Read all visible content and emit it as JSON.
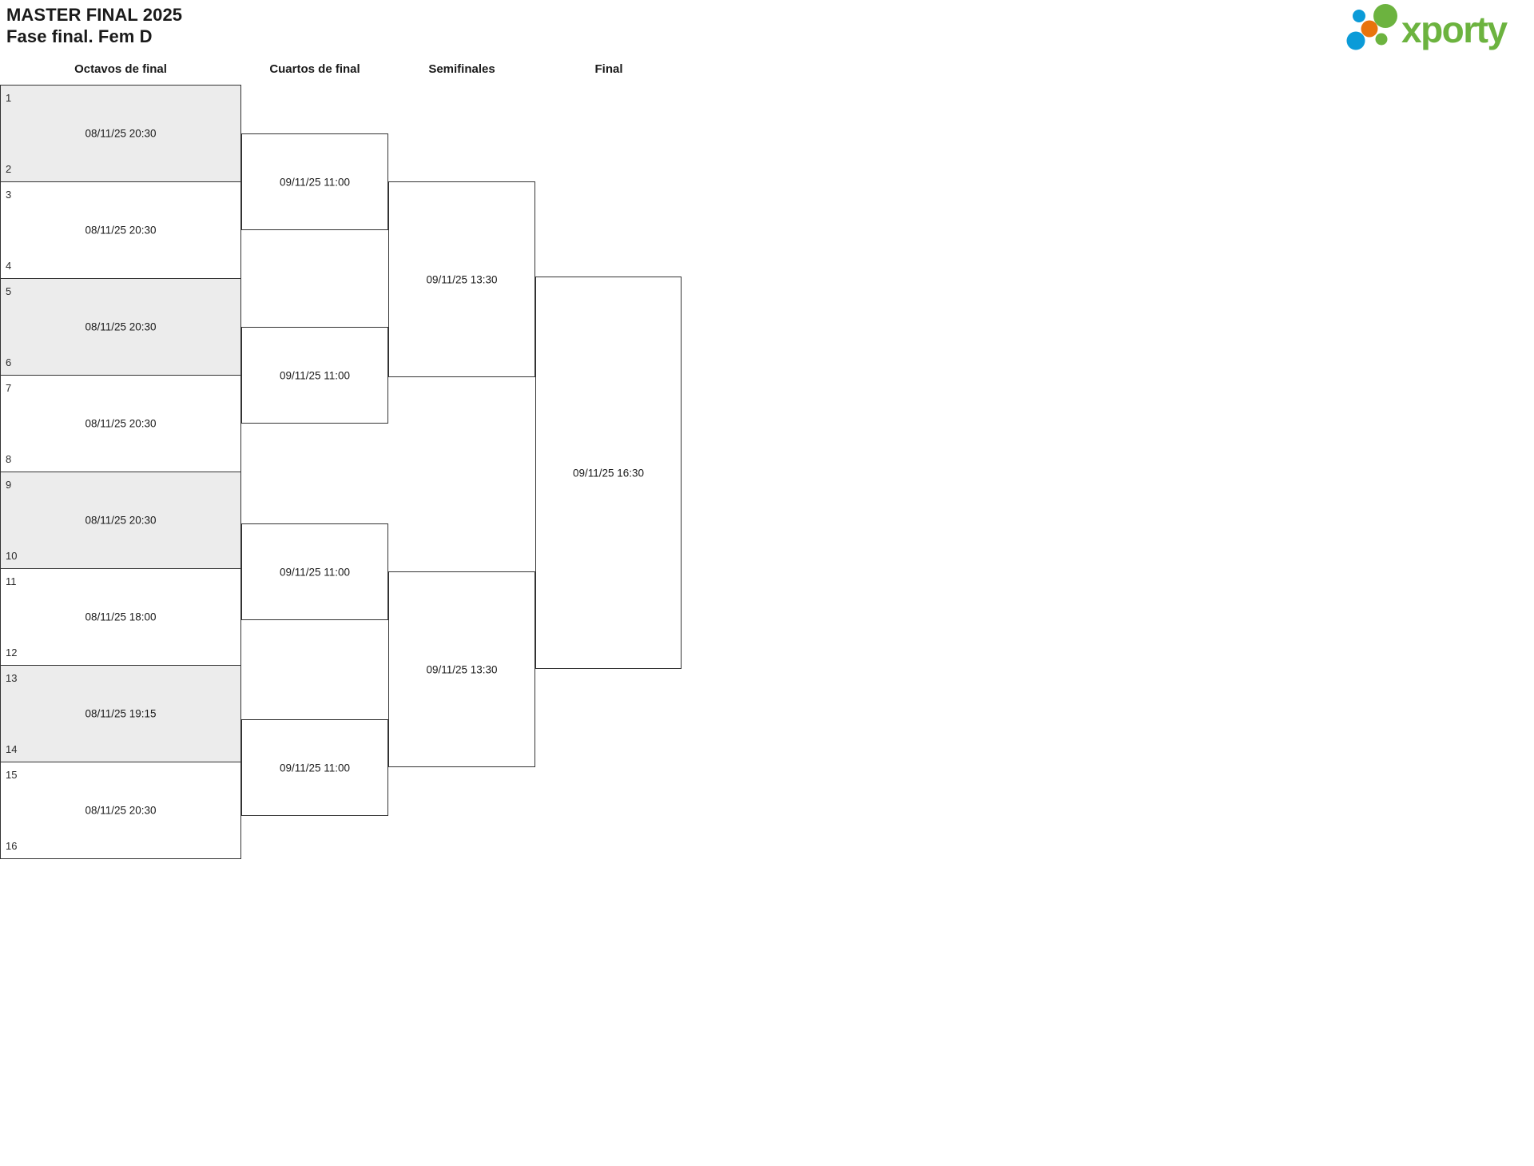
{
  "header": {
    "title": "MASTER FINAL 2025",
    "subtitle": "Fase final. Fem D",
    "logo_name": "xporty",
    "logo_colors": {
      "green": "#6cb33f",
      "blue": "#0b9bd8",
      "orange": "#e8740c"
    }
  },
  "rounds": [
    {
      "id": "octavos",
      "label": "Octavos de final"
    },
    {
      "id": "cuartos",
      "label": "Cuartos de final"
    },
    {
      "id": "semifinales",
      "label": "Semifinales"
    },
    {
      "id": "final",
      "label": "Final"
    }
  ],
  "bracket": {
    "octavos": [
      {
        "seed_top": "1",
        "seed_bottom": "2",
        "datetime": "08/11/25 20:30"
      },
      {
        "seed_top": "3",
        "seed_bottom": "4",
        "datetime": "08/11/25 20:30"
      },
      {
        "seed_top": "5",
        "seed_bottom": "6",
        "datetime": "08/11/25 20:30"
      },
      {
        "seed_top": "7",
        "seed_bottom": "8",
        "datetime": "08/11/25 20:30"
      },
      {
        "seed_top": "9",
        "seed_bottom": "10",
        "datetime": "08/11/25 20:30"
      },
      {
        "seed_top": "11",
        "seed_bottom": "12",
        "datetime": "08/11/25 18:00"
      },
      {
        "seed_top": "13",
        "seed_bottom": "14",
        "datetime": "08/11/25 19:15"
      },
      {
        "seed_top": "15",
        "seed_bottom": "16",
        "datetime": "08/11/25 20:30"
      }
    ],
    "cuartos": [
      {
        "datetime": "09/11/25 11:00"
      },
      {
        "datetime": "09/11/25 11:00"
      },
      {
        "datetime": "09/11/25 11:00"
      },
      {
        "datetime": "09/11/25 11:00"
      }
    ],
    "semifinales": [
      {
        "datetime": "09/11/25 13:30"
      },
      {
        "datetime": "09/11/25 13:30"
      }
    ],
    "final": [
      {
        "datetime": "09/11/25 16:30"
      }
    ]
  },
  "style": {
    "shaded_row_color": "#ececec",
    "border_color": "#333333",
    "background": "#ffffff"
  }
}
